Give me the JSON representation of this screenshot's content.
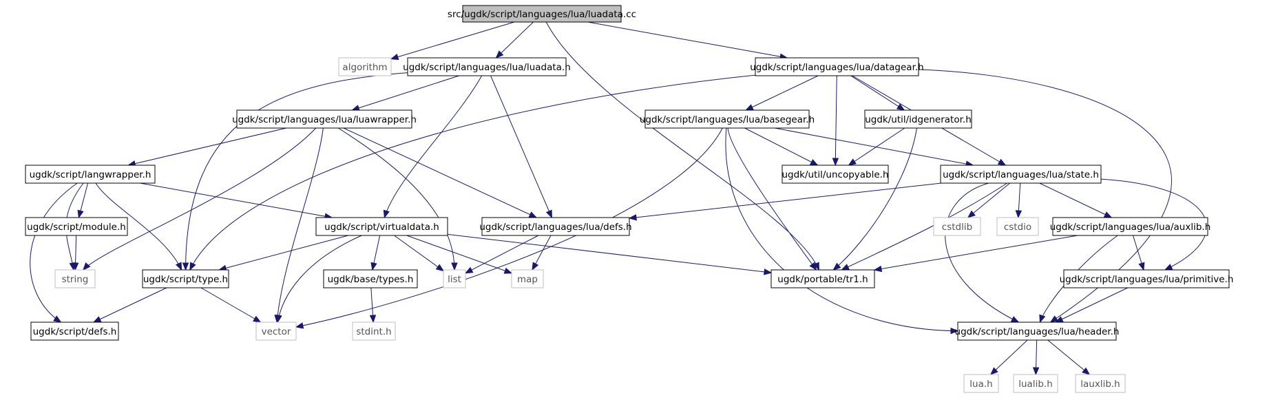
{
  "diagram": {
    "type": "include-dependency-graph",
    "colors": {
      "edge": "#191970",
      "root_fill": "#bfbfbf",
      "node_fill": "#ffffff",
      "node_border": "#000000",
      "external_border": "#bfbfbf",
      "external_text": "#555555",
      "node_text": "#000000"
    },
    "nodes": [
      {
        "id": "root",
        "label": "src/ugdk/script/languages/lua/luadata.cc",
        "kind": "root"
      },
      {
        "id": "algorithm",
        "label": "algorithm",
        "kind": "external"
      },
      {
        "id": "luadata_h",
        "label": "ugdk/script/languages/lua/luadata.h",
        "kind": "internal"
      },
      {
        "id": "datagear",
        "label": "ugdk/script/languages/lua/datagear.h",
        "kind": "internal"
      },
      {
        "id": "luawrapper",
        "label": "ugdk/script/languages/lua/luawrapper.h",
        "kind": "internal"
      },
      {
        "id": "basegear",
        "label": "ugdk/script/languages/lua/basegear.h",
        "kind": "internal"
      },
      {
        "id": "idgenerator",
        "label": "ugdk/util/idgenerator.h",
        "kind": "internal"
      },
      {
        "id": "langwrapper",
        "label": "ugdk/script/langwrapper.h",
        "kind": "internal"
      },
      {
        "id": "uncopyable",
        "label": "ugdk/util/uncopyable.h",
        "kind": "internal"
      },
      {
        "id": "state",
        "label": "ugdk/script/languages/lua/state.h",
        "kind": "internal"
      },
      {
        "id": "module",
        "label": "ugdk/script/module.h",
        "kind": "internal"
      },
      {
        "id": "virtualdata",
        "label": "ugdk/script/virtualdata.h",
        "kind": "internal"
      },
      {
        "id": "luadefs",
        "label": "ugdk/script/languages/lua/defs.h",
        "kind": "internal"
      },
      {
        "id": "cstdlib",
        "label": "cstdlib",
        "kind": "external"
      },
      {
        "id": "cstdio",
        "label": "cstdio",
        "kind": "external"
      },
      {
        "id": "auxlib",
        "label": "ugdk/script/languages/lua/auxlib.h",
        "kind": "internal"
      },
      {
        "id": "string",
        "label": "string",
        "kind": "external"
      },
      {
        "id": "type",
        "label": "ugdk/script/type.h",
        "kind": "internal"
      },
      {
        "id": "types",
        "label": "ugdk/base/types.h",
        "kind": "internal"
      },
      {
        "id": "list",
        "label": "list",
        "kind": "external"
      },
      {
        "id": "map",
        "label": "map",
        "kind": "external"
      },
      {
        "id": "tr1",
        "label": "ugdk/portable/tr1.h",
        "kind": "internal"
      },
      {
        "id": "primitive",
        "label": "ugdk/script/languages/lua/primitive.h",
        "kind": "internal"
      },
      {
        "id": "scriptdefs",
        "label": "ugdk/script/defs.h",
        "kind": "internal"
      },
      {
        "id": "vector",
        "label": "vector",
        "kind": "external"
      },
      {
        "id": "stdint",
        "label": "stdint.h",
        "kind": "external"
      },
      {
        "id": "header",
        "label": "ugdk/script/languages/lua/header.h",
        "kind": "internal"
      },
      {
        "id": "lua_h",
        "label": "lua.h",
        "kind": "external"
      },
      {
        "id": "lualib_h",
        "label": "lualib.h",
        "kind": "external"
      },
      {
        "id": "lauxlib_h",
        "label": "lauxlib.h",
        "kind": "external"
      }
    ],
    "edges": [
      {
        "from": "root",
        "to": "algorithm"
      },
      {
        "from": "root",
        "to": "luadata_h"
      },
      {
        "from": "root",
        "to": "datagear"
      },
      {
        "from": "root",
        "to": "tr1"
      },
      {
        "from": "luadata_h",
        "to": "luawrapper"
      },
      {
        "from": "luadata_h",
        "to": "type"
      },
      {
        "from": "luadata_h",
        "to": "virtualdata"
      },
      {
        "from": "luadata_h",
        "to": "luadefs"
      },
      {
        "from": "datagear",
        "to": "basegear"
      },
      {
        "from": "datagear",
        "to": "idgenerator"
      },
      {
        "from": "datagear",
        "to": "uncopyable"
      },
      {
        "from": "datagear",
        "to": "state"
      },
      {
        "from": "datagear",
        "to": "type"
      },
      {
        "from": "datagear",
        "to": "header"
      },
      {
        "from": "luawrapper",
        "to": "langwrapper"
      },
      {
        "from": "luawrapper",
        "to": "string"
      },
      {
        "from": "luawrapper",
        "to": "vector"
      },
      {
        "from": "luawrapper",
        "to": "list"
      },
      {
        "from": "luawrapper",
        "to": "luadefs"
      },
      {
        "from": "basegear",
        "to": "uncopyable"
      },
      {
        "from": "basegear",
        "to": "state"
      },
      {
        "from": "basegear",
        "to": "tr1"
      },
      {
        "from": "basegear",
        "to": "vector"
      },
      {
        "from": "basegear",
        "to": "header"
      },
      {
        "from": "idgenerator",
        "to": "uncopyable"
      },
      {
        "from": "idgenerator",
        "to": "tr1"
      },
      {
        "from": "langwrapper",
        "to": "module"
      },
      {
        "from": "langwrapper",
        "to": "string"
      },
      {
        "from": "langwrapper",
        "to": "type"
      },
      {
        "from": "langwrapper",
        "to": "virtualdata"
      },
      {
        "from": "langwrapper",
        "to": "scriptdefs"
      },
      {
        "from": "state",
        "to": "luadefs"
      },
      {
        "from": "state",
        "to": "cstdlib"
      },
      {
        "from": "state",
        "to": "cstdio"
      },
      {
        "from": "state",
        "to": "auxlib"
      },
      {
        "from": "state",
        "to": "tr1"
      },
      {
        "from": "state",
        "to": "header"
      },
      {
        "from": "state",
        "to": "primitive"
      },
      {
        "from": "module",
        "to": "string"
      },
      {
        "from": "virtualdata",
        "to": "type"
      },
      {
        "from": "virtualdata",
        "to": "types"
      },
      {
        "from": "virtualdata",
        "to": "list"
      },
      {
        "from": "virtualdata",
        "to": "map"
      },
      {
        "from": "virtualdata",
        "to": "tr1"
      },
      {
        "from": "virtualdata",
        "to": "vector"
      },
      {
        "from": "luadefs",
        "to": "list"
      },
      {
        "from": "luadefs",
        "to": "map"
      },
      {
        "from": "auxlib",
        "to": "tr1"
      },
      {
        "from": "auxlib",
        "to": "primitive"
      },
      {
        "from": "auxlib",
        "to": "header"
      },
      {
        "from": "type",
        "to": "scriptdefs"
      },
      {
        "from": "type",
        "to": "vector"
      },
      {
        "from": "types",
        "to": "stdint"
      },
      {
        "from": "primitive",
        "to": "header"
      },
      {
        "from": "header",
        "to": "lua_h"
      },
      {
        "from": "header",
        "to": "lualib_h"
      },
      {
        "from": "header",
        "to": "lauxlib_h"
      }
    ]
  }
}
